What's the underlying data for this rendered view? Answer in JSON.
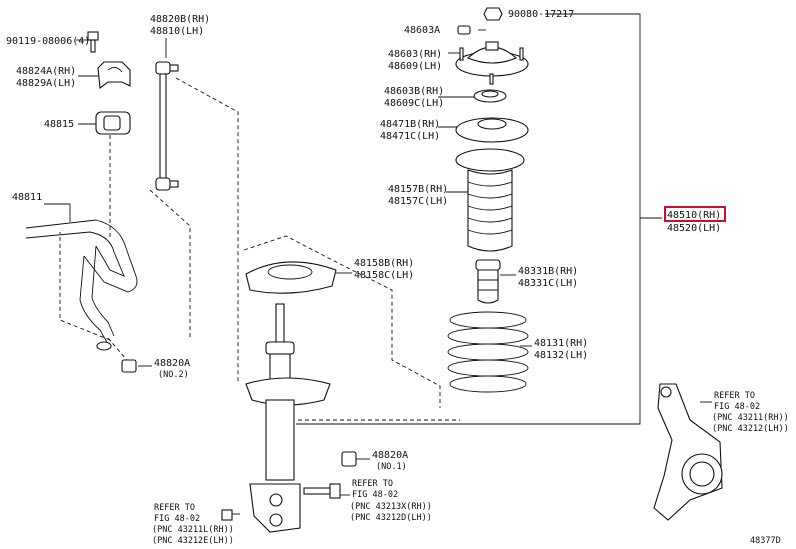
{
  "labels": {
    "p90119": "90119-08006(4)",
    "p48824a": "48824A(RH)",
    "p48829a": "48829A(LH)",
    "p48815": "48815",
    "p48811": "48811",
    "p48820b": "48820B(RH)",
    "p48810": "48810(LH)",
    "p48603a": "48603A",
    "p90080": "90080-17217",
    "p48603": "48603(RH)",
    "p48609": "48609(LH)",
    "p48603b": "48603B(RH)",
    "p48609c": "48609C(LH)",
    "p48471b": "48471B(RH)",
    "p48471c": "48471C(LH)",
    "p48157b": "48157B(RH)",
    "p48157c": "48157C(LH)",
    "p48510": "48510(RH)",
    "p48520": "48520(LH)",
    "p48158b": "48158B(RH)",
    "p48158c": "48158C(LH)",
    "p48331b": "48331B(RH)",
    "p48331c": "48331C(LH)",
    "p48131": "48131(RH)",
    "p48132": "48132(LH)",
    "p48820a_1": "48820A",
    "p48820a_1_note": "(NO.2)",
    "p48820a_2": "48820A",
    "p48820a_2_note": "(NO.1)",
    "ref_knuckle_1": "REFER TO",
    "ref_knuckle_2": "FIG 48-02",
    "ref_knuckle_3": "(PNC 43211(RH))",
    "ref_knuckle_4": "(PNC 43212(LH))",
    "ref_bolt_1": "REFER TO",
    "ref_bolt_2": "FIG 48-02",
    "ref_bolt_3": "(PNC 43213X(RH))",
    "ref_bolt_4": "(PNC 43212D(LH))",
    "ref_bottom_1": "REFER TO",
    "ref_bottom_2": "FIG 48-02",
    "ref_bottom_3": "(PNC 43211L(RH))",
    "ref_bottom_4": "(PNC 43212E(LH))",
    "diagram_id": "48377D"
  },
  "highlight_color": "#c8102e"
}
